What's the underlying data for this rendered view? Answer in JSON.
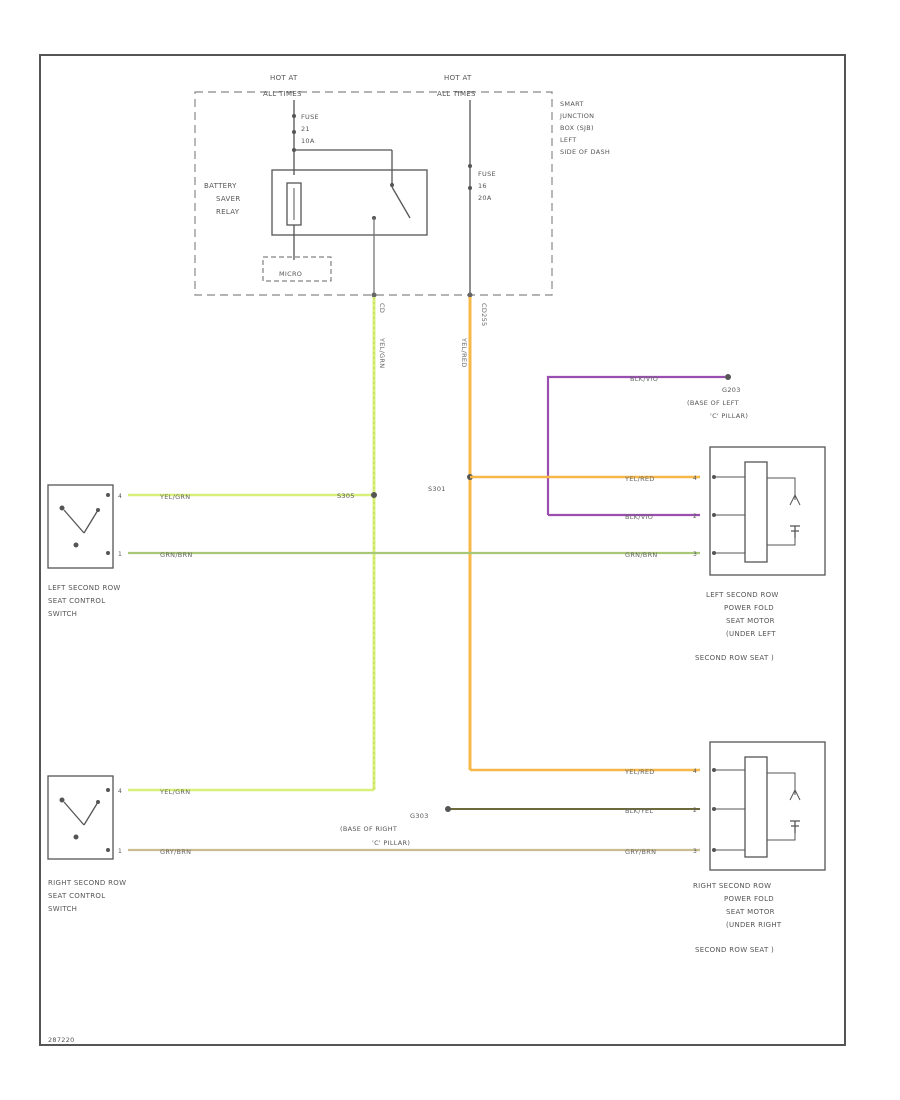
{
  "power": {
    "left_hot": [
      "HOT AT",
      "ALL TIMES"
    ],
    "right_hot": [
      "HOT AT",
      "ALL TIMES"
    ],
    "fuse_left": [
      "FUSE",
      "21",
      "10A"
    ],
    "fuse_right": [
      "FUSE",
      "16",
      "20A"
    ],
    "relay_label": [
      "BATTERY",
      "SAVER",
      "RELAY"
    ],
    "micro_label": "MICRO",
    "junction_box": [
      "SMART",
      "JUNCTION",
      "BOX (SJB)",
      "LEFT",
      "SIDE OF DASH"
    ]
  },
  "wires": {
    "yel_grn_vertical": "YEL/GRN",
    "yel_red_vertical": "YEL/RED",
    "yel_red_code": "CD255",
    "yel_grn_code": "CD",
    "blk_vio": "BLK/VIO",
    "left_switch_top": "YEL/GRN",
    "left_switch_bottom": "GRN/BRN",
    "left_motor_top": "YEL/RED",
    "left_motor_mid": "BLK/VIO",
    "left_motor_bottom": "GRN/BRN",
    "right_switch_top": "YEL/GRN",
    "right_switch_bottom": "GRY/BRN",
    "right_motor_top": "YEL/RED",
    "right_motor_mid": "BLK/YEL",
    "right_motor_bottom": "GRY/BRN"
  },
  "splices": {
    "left": "S305",
    "right": "S301"
  },
  "grounds": {
    "g203": [
      "G203",
      "(BASE OF LEFT",
      "'C' PILLAR)"
    ],
    "g303": [
      "G303",
      "(BASE OF RIGHT",
      "'C' PILLAR)"
    ]
  },
  "pins": {
    "lsw_top": "4",
    "lsw_bottom": "1",
    "rsw_top": "4",
    "rsw_bottom": "1",
    "lmotor_top": "4",
    "lmotor_mid": "2",
    "lmotor_bottom": "3",
    "rmotor_top": "4",
    "rmotor_mid": "2",
    "rmotor_bottom": "3"
  },
  "components": {
    "left_switch": [
      "LEFT SECOND ROW",
      "SEAT CONTROL",
      "SWITCH"
    ],
    "right_switch": [
      "RIGHT SECOND ROW",
      "SEAT CONTROL",
      "SWITCH"
    ],
    "left_motor": [
      "LEFT SECOND ROW",
      "POWER FOLD",
      "SEAT MOTOR",
      "(UNDER LEFT",
      "SECOND ROW SEAT )"
    ],
    "right_motor": [
      "RIGHT SECOND ROW",
      "POWER FOLD",
      "SEAT MOTOR",
      "(UNDER RIGHT",
      "SECOND ROW SEAT )"
    ]
  },
  "footer": "287220",
  "colors": {
    "yel_grn": "#d8f07a",
    "yel_red": "#f7b84a",
    "blk_vio": "#9a4fb0",
    "grn_brn": "#a8c878",
    "gry_brn": "#c8bc90",
    "blk_yel": "#6c6a3a",
    "frame": "#555555"
  }
}
